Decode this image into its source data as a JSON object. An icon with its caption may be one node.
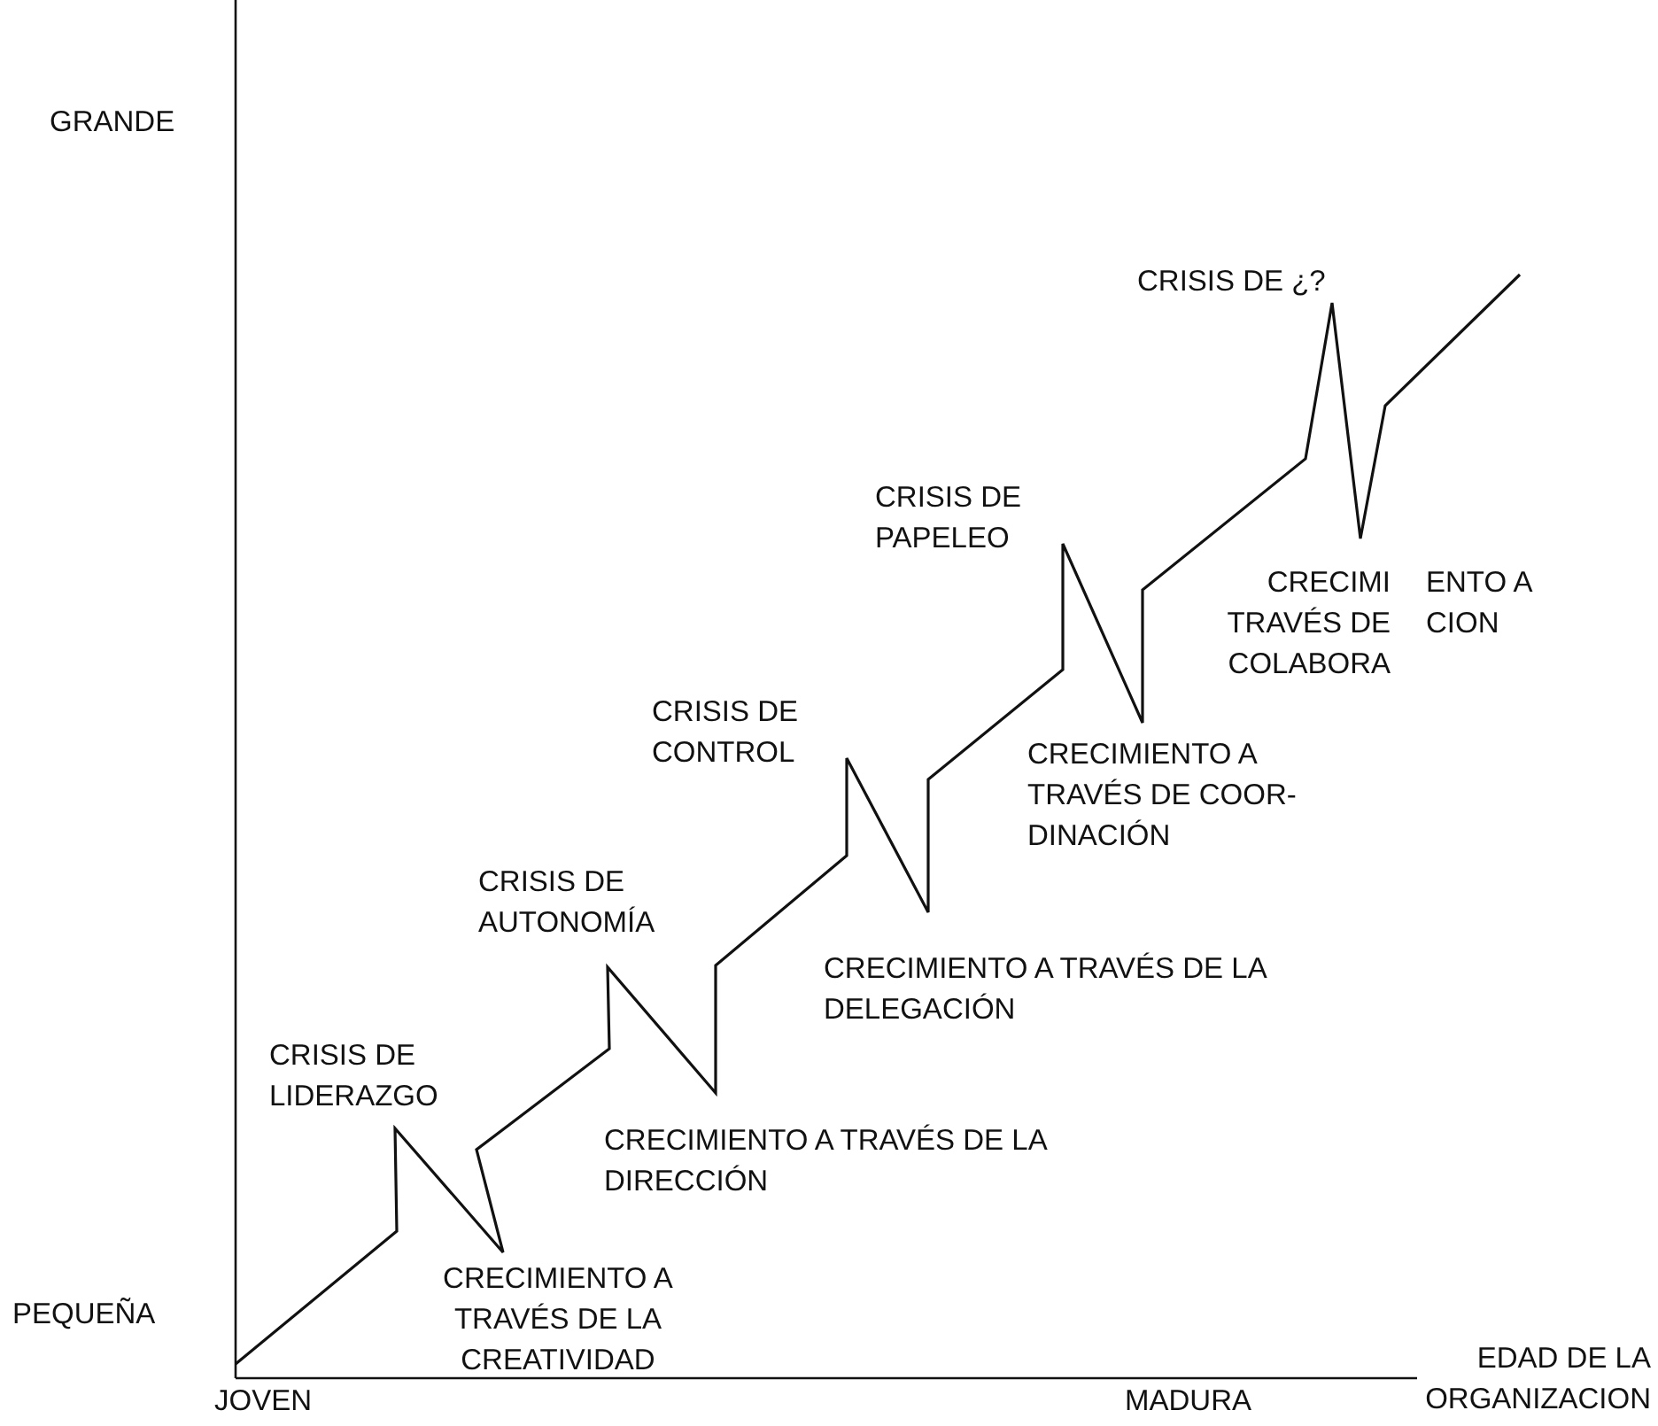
{
  "diagram": {
    "labels": [
      "GRANDE",
      "CRISIS DE ¿?",
      "CRISIS DE PAPELEO",
      "CRECIMI TRAVÉS DE COLABORA",
      "ENTO A CION",
      "CRISIS DE CONTROL",
      "CRECIMIENTO A TRAVÉS DE COOR- DINACIÓN",
      "CRISIS DE AUTONOMÍA",
      "CRECIMIENTO A TRAVÉS DE LA DELEGACIÓN",
      "CRISIS DE LIDERAZGO",
      "CRECIMIENTO A TRAVÉS DE LA DIRECCIÓN",
      "PEQUEÑA",
      "CRECIMIENTO A TRAVÉS DE LA CREATIVIDAD",
      "EDAD DE LA ORGANIZACION",
      "JOVEN",
      "MADURA"
    ]
  }
}
